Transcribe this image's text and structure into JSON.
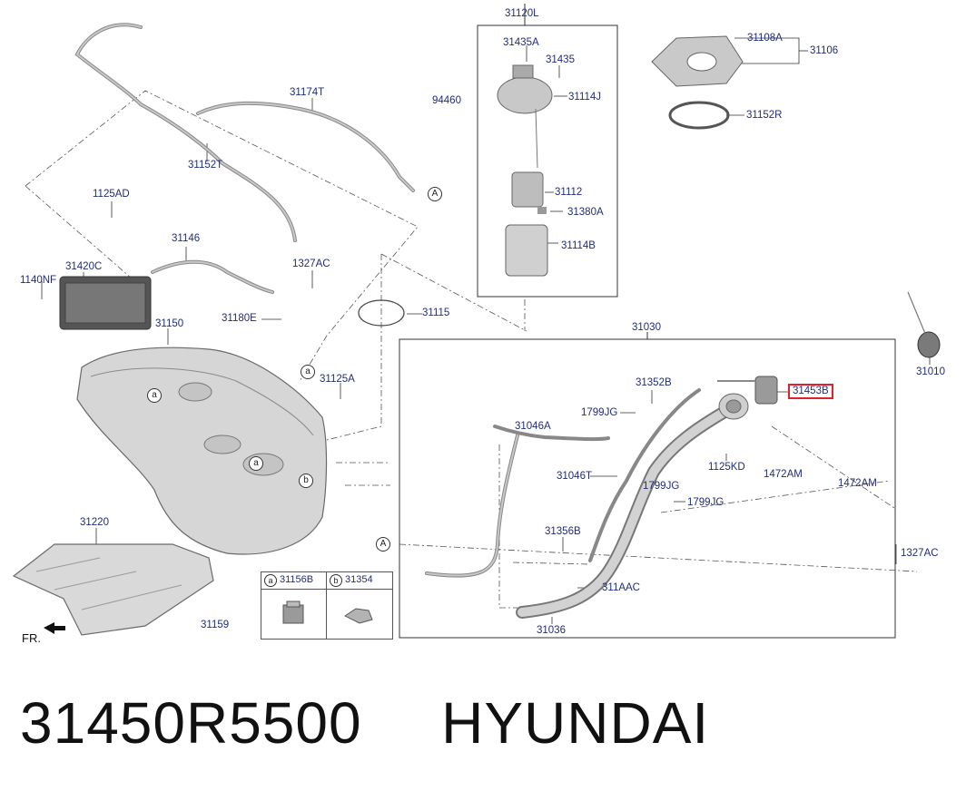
{
  "labels": {
    "p31120L": "31120L",
    "p31435A": "31435A",
    "p31435": "31435",
    "p31114J": "31114J",
    "p31112": "31112",
    "p31380A": "31380A",
    "p31114B": "31114B",
    "p31108A": "31108A",
    "p31106": "31106",
    "p31152R": "31152R",
    "p31174T": "31174T",
    "p94460": "94460",
    "p31152T": "31152T",
    "p1125AD": "1125AD",
    "p31146": "31146",
    "p1327AC_top": "1327AC",
    "p1140NF": "1140NF",
    "p31420C": "31420C",
    "p31180E": "31180E",
    "p31115": "31115",
    "p31150": "31150",
    "p31125A": "31125A",
    "p31030": "31030",
    "p31010": "31010",
    "p31352B": "31352B",
    "p31453B": "31453B",
    "p1799JG_a": "1799JG",
    "p31046A": "31046A",
    "p1125KD": "1125KD",
    "p31046T": "31046T",
    "p1472AM_a": "1472AM",
    "p1472AM_b": "1472AM",
    "p1799JG_b": "1799JG",
    "p1799JG_c": "1799JG",
    "p31356B": "31356B",
    "p1327AC_right": "1327AC",
    "p311AAC": "311AAC",
    "p31036": "31036",
    "p31220": "31220",
    "p31159": "31159"
  },
  "callouts": {
    "A": "A",
    "a": "a",
    "b": "b"
  },
  "ref_table": {
    "col1_key": "a",
    "col1_code": "31156B",
    "col2_key": "b",
    "col2_code": "31354"
  },
  "front_marker": "FR.",
  "caption": {
    "part_number": "31450R5500",
    "brand": "HYUNDAI"
  },
  "highlight_color": "#e0202a",
  "label_color": "#1f2d7a"
}
